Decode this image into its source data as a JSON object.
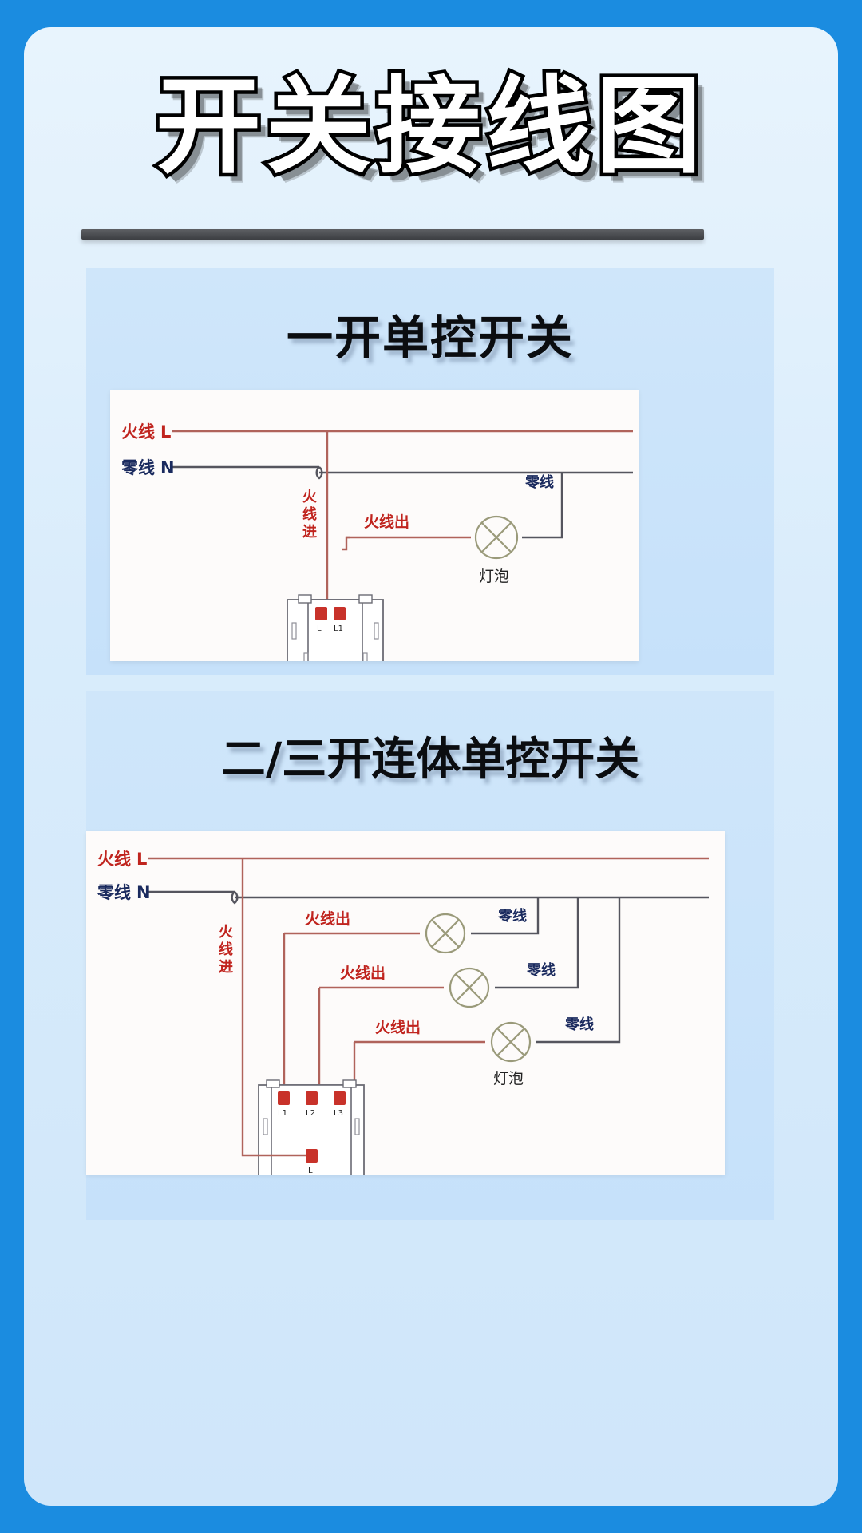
{
  "poster": {
    "title": "开关接线图",
    "background_color": "#1b8ce0",
    "panel_color": "#d9ecfb"
  },
  "sections": [
    {
      "heading": "一开单控开关",
      "diagram": {
        "type": "wiring-diagram",
        "labels": {
          "live_bus": "火线 L",
          "neutral_bus": "零线 N",
          "live_in": "火线进",
          "live_out": "火线出",
          "neutral": "零线",
          "bulb": "灯泡"
        },
        "terminals": [
          "L",
          "L1"
        ],
        "bulb_count": 1
      }
    },
    {
      "heading": "二/三开连体单控开关",
      "diagram": {
        "type": "wiring-diagram",
        "labels": {
          "live_bus": "火线 L",
          "neutral_bus": "零线 N",
          "live_in": "火线进",
          "live_out_1": "火线出",
          "live_out_2": "火线出",
          "live_out_3": "火线出",
          "neutral_1": "零线",
          "neutral_2": "零线",
          "neutral_3": "零线",
          "bulb": "灯泡"
        },
        "terminals": [
          "L1",
          "L2",
          "L3",
          "L"
        ],
        "bulb_count": 3
      }
    }
  ],
  "colors": {
    "live_red": "#c0241e",
    "neutral_navy": "#1a2a5e",
    "wire_red": "#b05a52",
    "wire_dark": "#4a4a52",
    "terminal_red": "#c8322a"
  }
}
